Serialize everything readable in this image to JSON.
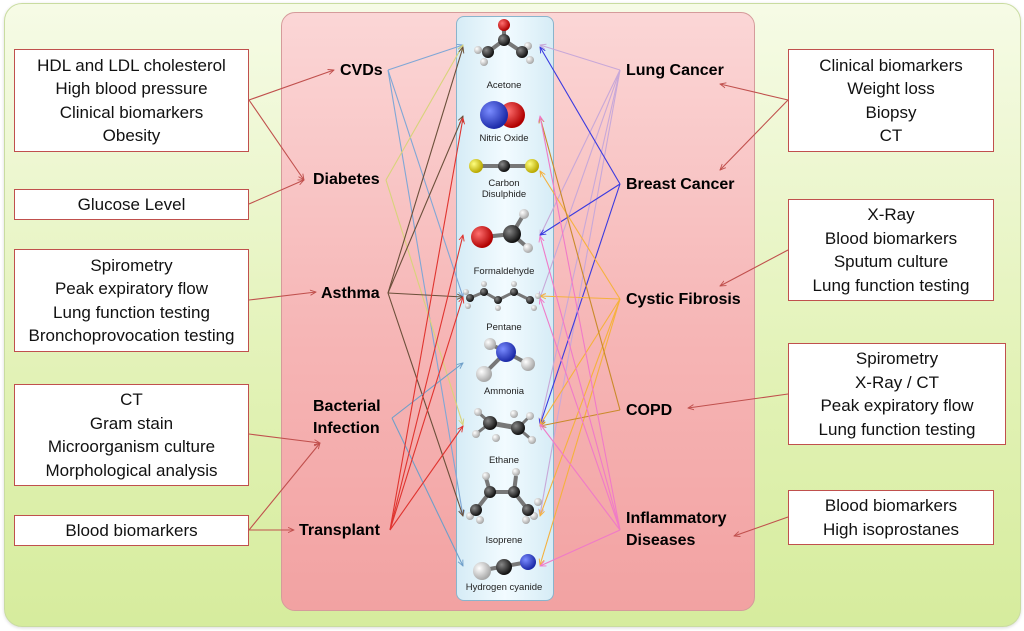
{
  "diseases_left": [
    {
      "id": "cvds",
      "label": "CVDs"
    },
    {
      "id": "diabetes",
      "label": "Diabetes"
    },
    {
      "id": "asthma",
      "label": "Asthma"
    },
    {
      "id": "bacterial",
      "label": "Bacterial Infection"
    },
    {
      "id": "transplant",
      "label": "Transplant"
    }
  ],
  "diseases_right": [
    {
      "id": "lung_cancer",
      "label": "Lung Cancer"
    },
    {
      "id": "breast_cancer",
      "label": "Breast Cancer"
    },
    {
      "id": "cystic_fibrosis",
      "label": "Cystic Fibrosis"
    },
    {
      "id": "copd",
      "label": "COPD"
    },
    {
      "id": "inflammatory",
      "label": "Inflammatory Diseases"
    }
  ],
  "boxes_left": [
    {
      "id": "lb1",
      "lines": [
        "HDL and LDL cholesterol",
        "High blood pressure",
        "Clinical biomarkers",
        "Obesity"
      ]
    },
    {
      "id": "lb2",
      "lines": [
        "Glucose Level"
      ]
    },
    {
      "id": "lb3",
      "lines": [
        "Spirometry",
        "Peak expiratory flow",
        "Lung function testing",
        "Bronchoprovocation testing"
      ]
    },
    {
      "id": "lb4",
      "lines": [
        "CT",
        "Gram stain",
        "Microorganism culture",
        "Morphological analysis"
      ]
    },
    {
      "id": "lb5",
      "lines": [
        "Blood biomarkers"
      ]
    }
  ],
  "boxes_right": [
    {
      "id": "rb1",
      "lines": [
        "Clinical biomarkers",
        "Weight loss",
        "Biopsy",
        "CT"
      ]
    },
    {
      "id": "rb2",
      "lines": [
        "X-Ray",
        "Blood biomarkers",
        "Sputum culture",
        "Lung function testing"
      ]
    },
    {
      "id": "rb3",
      "lines": [
        "Spirometry",
        "X-Ray / CT",
        "Peak expiratory flow",
        "Lung function testing"
      ]
    },
    {
      "id": "rb4",
      "lines": [
        "Blood biomarkers",
        "High isoprostanes"
      ]
    }
  ],
  "molecules": [
    {
      "id": "acetone",
      "label": "Acetone"
    },
    {
      "id": "nitric_oxide",
      "label": "Nitric Oxide"
    },
    {
      "id": "carbon_disulphide",
      "label": "Carbon Disulphide"
    },
    {
      "id": "formaldehyde",
      "label": "Formaldehyde"
    },
    {
      "id": "pentane",
      "label": "Pentane"
    },
    {
      "id": "ammonia",
      "label": "Ammonia"
    },
    {
      "id": "ethane",
      "label": "Ethane"
    },
    {
      "id": "isoprene",
      "label": "Isoprene"
    },
    {
      "id": "hydrogen_cyanide",
      "label": "Hydrogen cyanide"
    }
  ],
  "colors": {
    "box_border": "#c0504d",
    "arrow_box": "#c0504d",
    "outer_bg": "#e2f2b6",
    "inner_bg": "#f6b5b5",
    "center_bg": "#eaf7fd",
    "link_cvds": "#7fa7d6",
    "link_diabetes": "#d8d37a",
    "link_asthma": "#6b4f3a",
    "link_bacterial": "#6f9fc9",
    "link_transplant": "#e0342f",
    "link_lung_cancer": "#c8a8d8",
    "link_breast_cancer": "#3a3ae0",
    "link_cystic_fibrosis": "#f5b13d",
    "link_copd": "#c98a2a",
    "link_inflammatory": "#f07ac8"
  },
  "links": [
    {
      "from": "cvds",
      "to": "acetone",
      "color": "link_cvds"
    },
    {
      "from": "cvds",
      "to": "pentane",
      "color": "link_cvds"
    },
    {
      "from": "cvds",
      "to": "isoprene",
      "color": "link_cvds"
    },
    {
      "from": "diabetes",
      "to": "acetone",
      "color": "link_diabetes"
    },
    {
      "from": "diabetes",
      "to": "ethane",
      "color": "link_diabetes"
    },
    {
      "from": "asthma",
      "to": "acetone",
      "color": "link_asthma"
    },
    {
      "from": "asthma",
      "to": "nitric_oxide",
      "color": "link_asthma"
    },
    {
      "from": "asthma",
      "to": "pentane",
      "color": "link_asthma"
    },
    {
      "from": "asthma",
      "to": "isoprene",
      "color": "link_asthma"
    },
    {
      "from": "bacterial",
      "to": "ammonia",
      "color": "link_bacterial"
    },
    {
      "from": "bacterial",
      "to": "hydrogen_cyanide",
      "color": "link_bacterial"
    },
    {
      "from": "transplant",
      "to": "nitric_oxide",
      "color": "link_transplant"
    },
    {
      "from": "transplant",
      "to": "formaldehyde",
      "color": "link_transplant"
    },
    {
      "from": "transplant",
      "to": "pentane",
      "color": "link_transplant"
    },
    {
      "from": "transplant",
      "to": "ethane",
      "color": "link_transplant"
    },
    {
      "from": "lung_cancer",
      "to": "acetone",
      "color": "link_lung_cancer"
    },
    {
      "from": "lung_cancer",
      "to": "formaldehyde",
      "color": "link_lung_cancer"
    },
    {
      "from": "lung_cancer",
      "to": "pentane",
      "color": "link_lung_cancer"
    },
    {
      "from": "lung_cancer",
      "to": "ethane",
      "color": "link_lung_cancer"
    },
    {
      "from": "lung_cancer",
      "to": "isoprene",
      "color": "link_lung_cancer"
    },
    {
      "from": "breast_cancer",
      "to": "acetone",
      "color": "link_breast_cancer"
    },
    {
      "from": "breast_cancer",
      "to": "formaldehyde",
      "color": "link_breast_cancer"
    },
    {
      "from": "breast_cancer",
      "to": "ethane",
      "color": "link_breast_cancer"
    },
    {
      "from": "cystic_fibrosis",
      "to": "carbon_disulphide",
      "color": "link_cystic_fibrosis"
    },
    {
      "from": "cystic_fibrosis",
      "to": "pentane",
      "color": "link_cystic_fibrosis"
    },
    {
      "from": "cystic_fibrosis",
      "to": "ethane",
      "color": "link_cystic_fibrosis"
    },
    {
      "from": "cystic_fibrosis",
      "to": "isoprene",
      "color": "link_cystic_fibrosis"
    },
    {
      "from": "cystic_fibrosis",
      "to": "hydrogen_cyanide",
      "color": "link_cystic_fibrosis"
    },
    {
      "from": "copd",
      "to": "nitric_oxide",
      "color": "link_copd"
    },
    {
      "from": "copd",
      "to": "ethane",
      "color": "link_copd"
    },
    {
      "from": "inflammatory",
      "to": "nitric_oxide",
      "color": "link_inflammatory"
    },
    {
      "from": "inflammatory",
      "to": "formaldehyde",
      "color": "link_inflammatory"
    },
    {
      "from": "inflammatory",
      "to": "pentane",
      "color": "link_inflammatory"
    },
    {
      "from": "inflammatory",
      "to": "ethane",
      "color": "link_inflammatory"
    },
    {
      "from": "inflammatory",
      "to": "hydrogen_cyanide",
      "color": "link_inflammatory"
    }
  ],
  "box_links": [
    {
      "box": "lb1",
      "disease": "cvds"
    },
    {
      "box": "lb1",
      "disease": "diabetes"
    },
    {
      "box": "lb2",
      "disease": "diabetes"
    },
    {
      "box": "lb3",
      "disease": "asthma"
    },
    {
      "box": "lb4",
      "disease": "bacterial"
    },
    {
      "box": "lb5",
      "disease": "bacterial"
    },
    {
      "box": "lb5",
      "disease": "transplant"
    },
    {
      "box": "rb1",
      "disease": "lung_cancer"
    },
    {
      "box": "rb1",
      "disease": "breast_cancer"
    },
    {
      "box": "rb2",
      "disease": "cystic_fibrosis"
    },
    {
      "box": "rb3",
      "disease": "copd"
    },
    {
      "box": "rb4",
      "disease": "inflammatory"
    }
  ]
}
